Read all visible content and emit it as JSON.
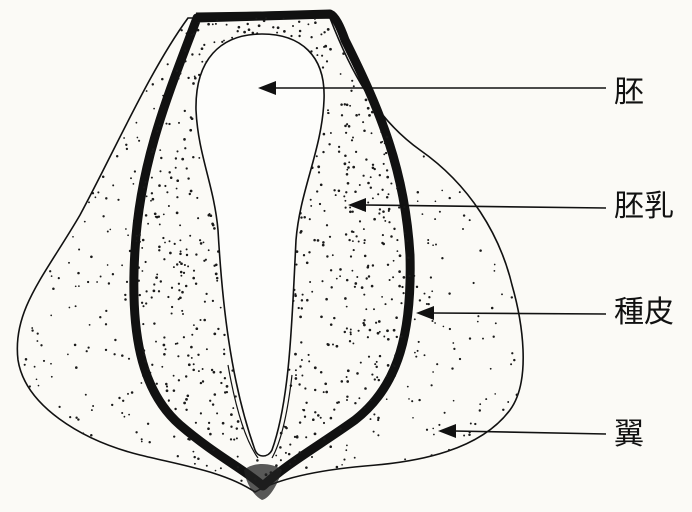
{
  "labels": {
    "embryo": "胚",
    "endosperm": "胚乳",
    "seed_coat": "種皮",
    "wing": "翼"
  },
  "colors": {
    "background": "#fbfaf6",
    "ink": "#111111",
    "stipple": "#1a1a1a"
  }
}
